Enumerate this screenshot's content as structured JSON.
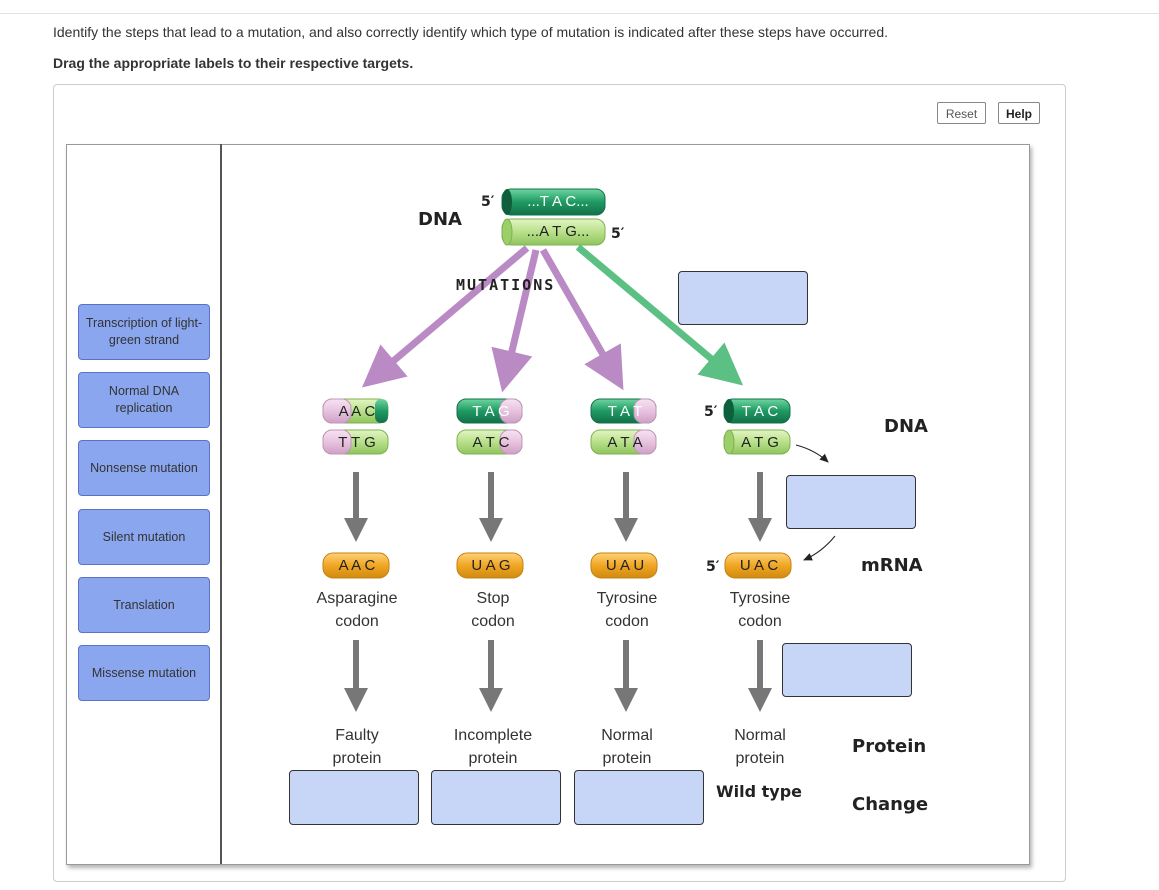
{
  "instructions": {
    "line1": "Identify the steps that lead to a mutation, and also correctly identify which type of mutation is indicated after these steps have occurred.",
    "line2": "Drag the appropriate labels to their respective targets."
  },
  "toolbar": {
    "reset_label": "Reset",
    "help_label": "Help"
  },
  "labels": [
    "Transcription of light-green strand",
    "Normal DNA replication",
    "Nonsense mutation",
    "Silent mutation",
    "Translation",
    "Missense mutation"
  ],
  "diagram": {
    "top_dna_label": "DNA",
    "top_strand_top": "...T A C...",
    "top_strand_bottom": "...A T G...",
    "five_prime": "5′",
    "mutations_label": "MUTATIONS",
    "dna_label": "DNA",
    "mrna_label": "mRNA",
    "protein_label": "Protein",
    "change_label": "Change",
    "wild_type_label": "Wild type",
    "columns": [
      {
        "dna_top": "A A C",
        "dna_bottom": "T T G",
        "mrna": "A A C",
        "codon_line1": "Asparagine",
        "codon_line2": "codon",
        "protein_line1": "Faulty",
        "protein_line2": "protein"
      },
      {
        "dna_top": "T A G",
        "dna_bottom": "A T C",
        "mrna": "U A G",
        "codon_line1": "Stop",
        "codon_line2": "codon",
        "protein_line1": "Incomplete",
        "protein_line2": "protein"
      },
      {
        "dna_top": "T A T",
        "dna_bottom": "A T A",
        "mrna": "U A U",
        "codon_line1": "Tyrosine",
        "codon_line2": "codon",
        "protein_line1": "Normal",
        "protein_line2": "protein"
      },
      {
        "dna_top": "T A C",
        "dna_bottom": "A T G",
        "mrna": "U A C",
        "codon_line1": "Tyrosine",
        "codon_line2": "codon",
        "protein_line1": "Normal",
        "protein_line2": "protein"
      }
    ]
  },
  "colors": {
    "dark_green": "#1f9a63",
    "light_green": "#b8e08a",
    "pink": "#e7c3df",
    "orange": "#f0a623",
    "purple_arrow": "#b98ac4",
    "green_arrow": "#5cc085",
    "label_fill": "#8aa6ef",
    "target_fill": "#c7d5f6"
  }
}
